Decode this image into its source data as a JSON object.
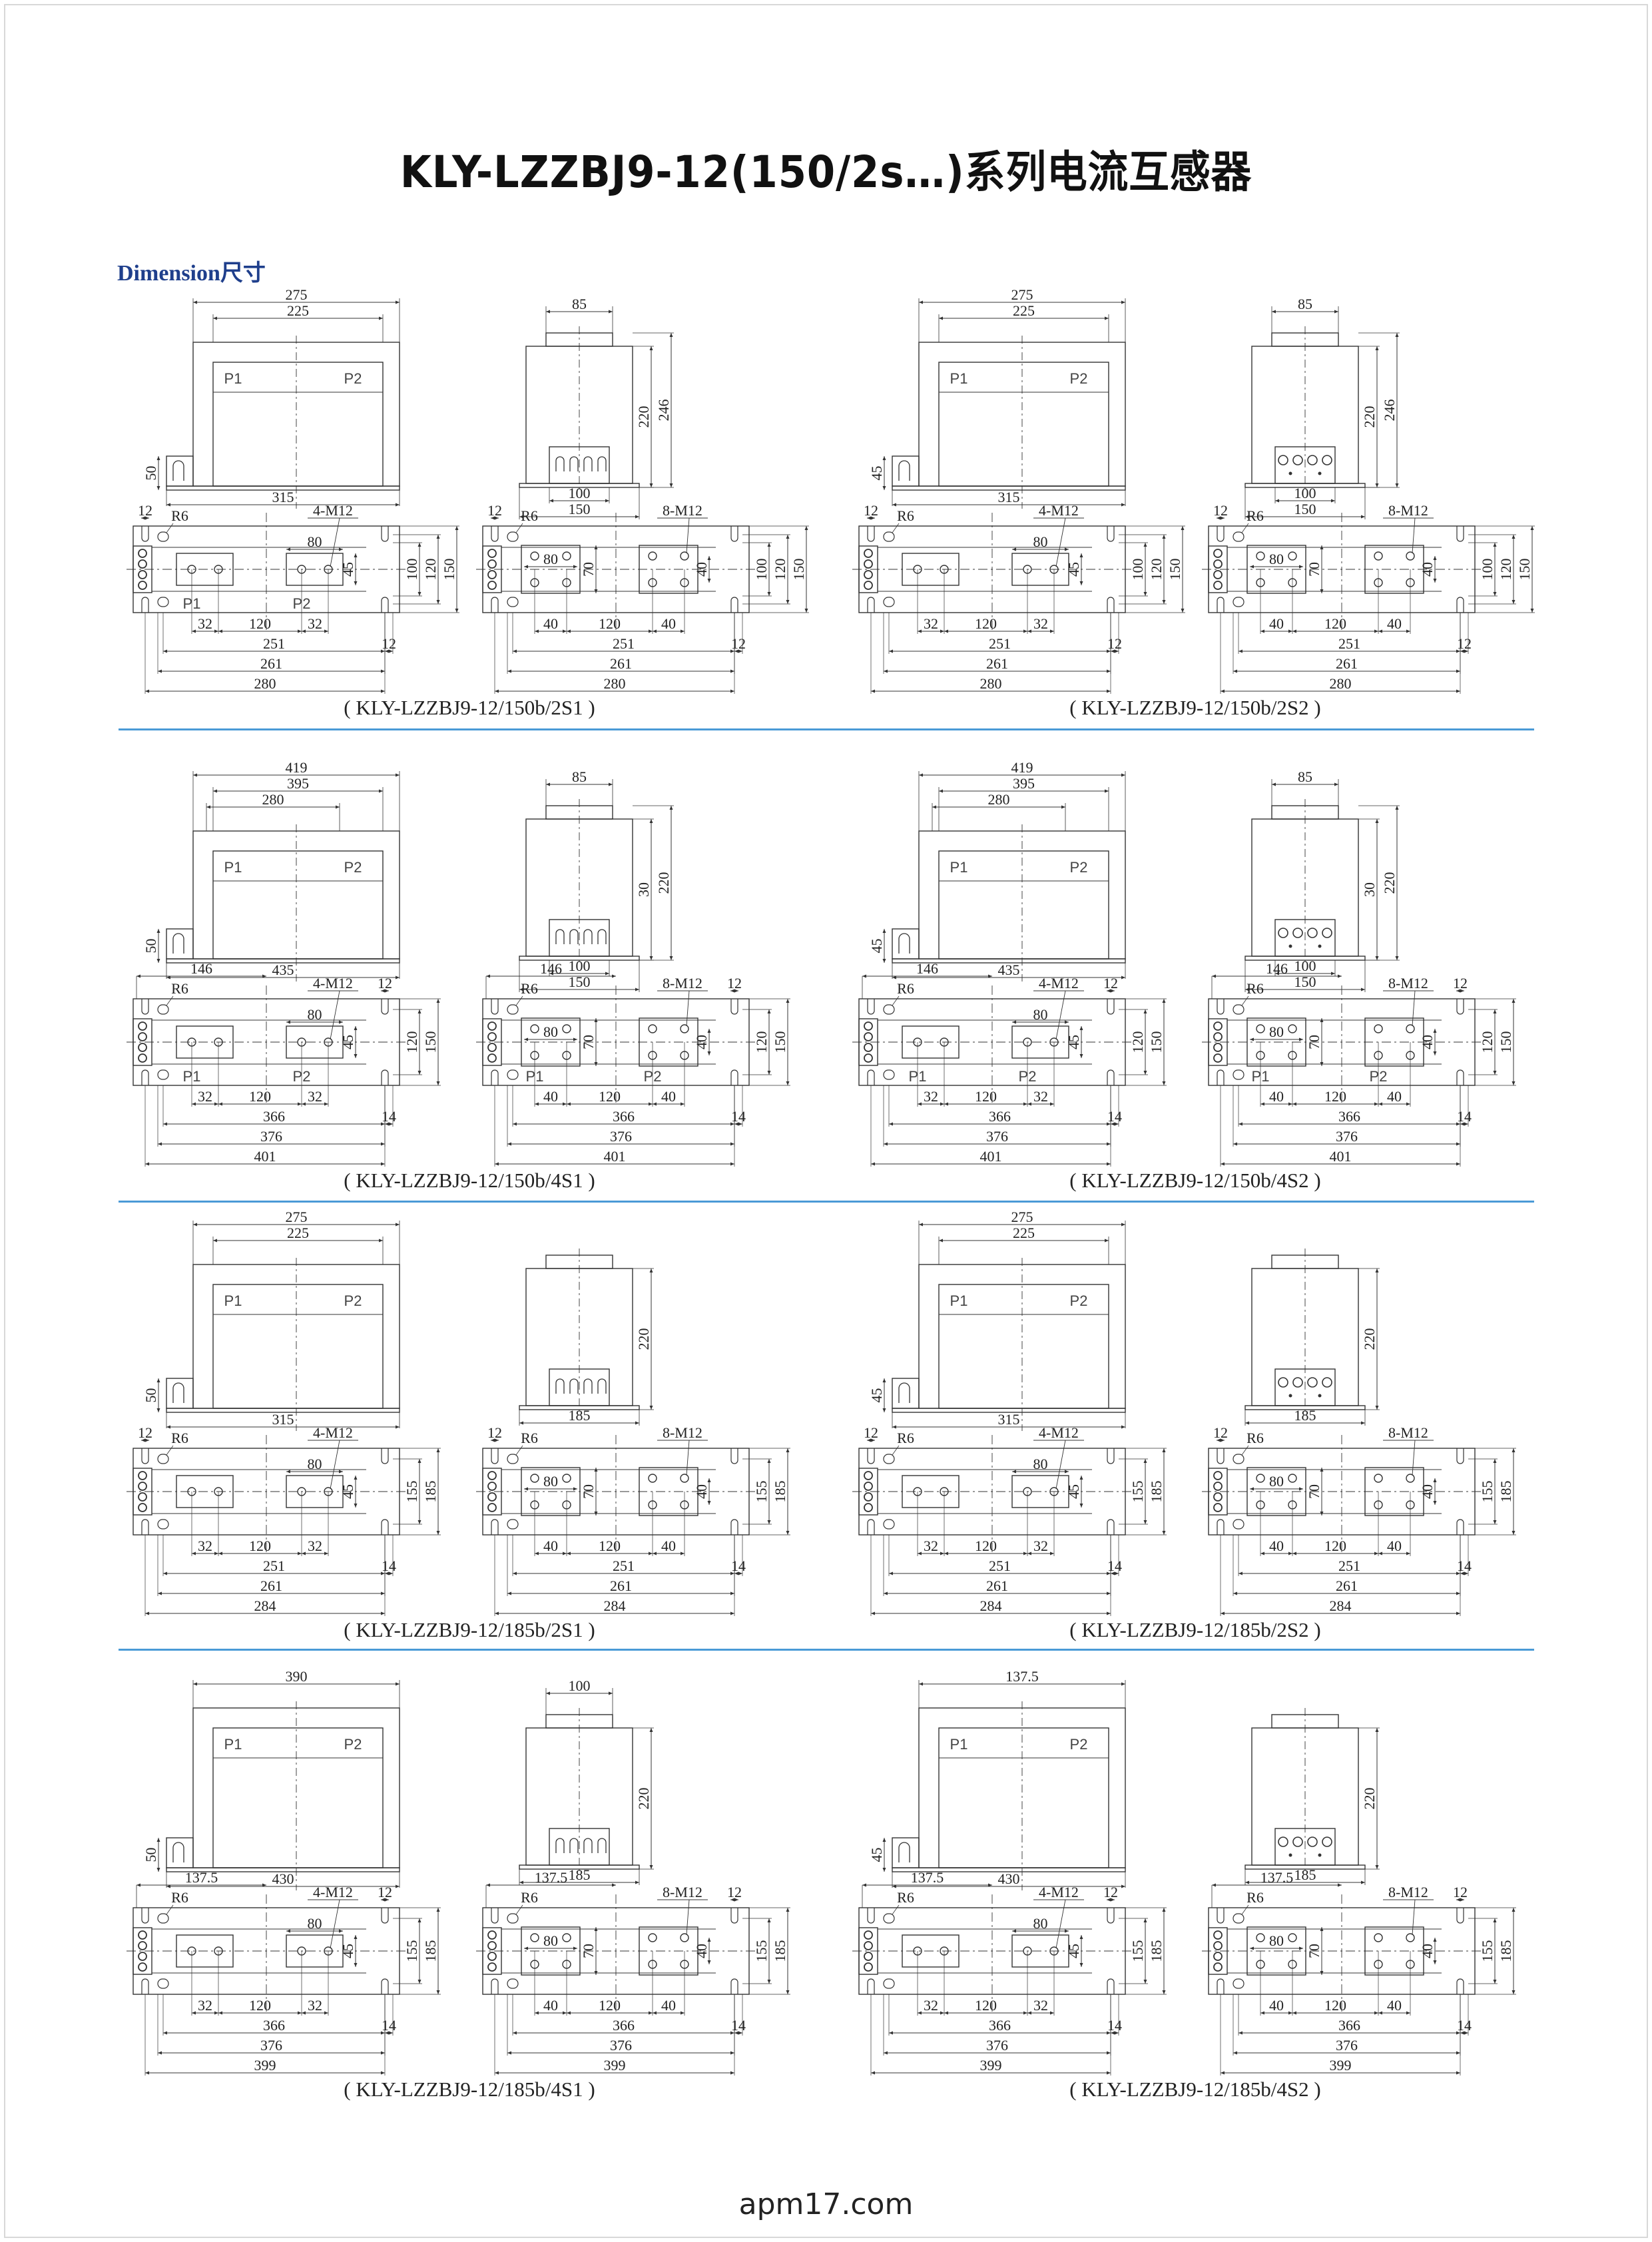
{
  "title": "KLY-LZZBJ9-12(150/2s…)系列电流互感器",
  "section_label": "Dimension尺寸",
  "footer": "apm17.com",
  "colors": {
    "separator": "#4a9ad6",
    "section": "#1f3f8c",
    "line": "#333333"
  },
  "panels": [
    {
      "caption": "( KLY-LZZBJ9-12/150b/2S1 )",
      "front": {
        "top": [
          "275",
          "225"
        ],
        "terminals": [
          "P1",
          "P2"
        ],
        "height": "50",
        "bottom": "315"
      },
      "side": {
        "top": "85",
        "right": [
          "220",
          "246"
        ],
        "bottom": [
          "100",
          "150"
        ],
        "terminal": "arches"
      },
      "plan_a": {
        "top": [
          "12",
          "R6"
        ],
        "callout": "4-M12",
        "box": [
          "80",
          "45"
        ],
        "right": [
          "100",
          "120",
          "150"
        ],
        "pitch": [
          "32",
          "120",
          "32"
        ],
        "bottom": [
          "251",
          "261",
          "280"
        ],
        "side": "12",
        "marks": [
          "P1",
          "P2"
        ]
      },
      "plan_b": {
        "top": [
          "12",
          "R6"
        ],
        "callout": "8-M12",
        "box": [
          "80",
          "70",
          "40"
        ],
        "right": [
          "100",
          "120",
          "150"
        ],
        "pitch": [
          "40",
          "120",
          "40"
        ],
        "bottom": [
          "251",
          "261",
          "280"
        ],
        "side": "12"
      }
    },
    {
      "caption": "( KLY-LZZBJ9-12/150b/2S2 )",
      "front": {
        "top": [
          "275",
          "225"
        ],
        "terminals": [
          "P1",
          "P2"
        ],
        "height": "45",
        "bottom": "315"
      },
      "side": {
        "top": "85",
        "right": [
          "220",
          "246"
        ],
        "bottom": [
          "100",
          "150"
        ],
        "terminal": "holes"
      },
      "plan_a": {
        "top": [
          "12",
          "R6"
        ],
        "callout": "4-M12",
        "box": [
          "80",
          "45"
        ],
        "right": [
          "100",
          "120",
          "150"
        ],
        "pitch": [
          "32",
          "120",
          "32"
        ],
        "bottom": [
          "251",
          "261",
          "280"
        ],
        "side": "12"
      },
      "plan_b": {
        "top": [
          "12",
          "R6"
        ],
        "callout": "8-M12",
        "box": [
          "80",
          "70",
          "40"
        ],
        "right": [
          "100",
          "120",
          "150"
        ],
        "pitch": [
          "40",
          "120",
          "40"
        ],
        "bottom": [
          "251",
          "261",
          "280"
        ],
        "side": "12"
      }
    },
    {
      "caption": "( KLY-LZZBJ9-12/150b/4S1 )",
      "front": {
        "top": [
          "419",
          "395",
          "280"
        ],
        "terminals": [
          "P1",
          "P2"
        ],
        "height": "50",
        "bottom": "435"
      },
      "side": {
        "top": "85",
        "right": [
          "30",
          "220"
        ],
        "bottom": [
          "100",
          "150"
        ],
        "terminal": "arches"
      },
      "plan_a": {
        "top": [
          "146",
          "R6",
          "12"
        ],
        "callout": "4-M12",
        "box": [
          "80",
          "45"
        ],
        "right": [
          "120",
          "150"
        ],
        "pitch": [
          "32",
          "120",
          "32"
        ],
        "bottom": [
          "366",
          "376",
          "401"
        ],
        "side": "14",
        "marks": [
          "P1",
          "P2"
        ]
      },
      "plan_b": {
        "top": [
          "146",
          "R6",
          "12"
        ],
        "callout": "8-M12",
        "box": [
          "80",
          "70",
          "40"
        ],
        "right": [
          "120",
          "150"
        ],
        "pitch": [
          "40",
          "120",
          "40"
        ],
        "bottom": [
          "366",
          "376",
          "401"
        ],
        "side": "14",
        "marks": [
          "P1",
          "P2"
        ]
      }
    },
    {
      "caption": "( KLY-LZZBJ9-12/150b/4S2 )",
      "front": {
        "top": [
          "419",
          "395",
          "280"
        ],
        "terminals": [
          "P1",
          "P2"
        ],
        "height": "45",
        "bottom": "435"
      },
      "side": {
        "top": "85",
        "right": [
          "30",
          "220"
        ],
        "bottom": [
          "100",
          "150"
        ],
        "terminal": "holes"
      },
      "plan_a": {
        "top": [
          "146",
          "R6",
          "12"
        ],
        "callout": "4-M12",
        "box": [
          "80",
          "45"
        ],
        "right": [
          "120",
          "150"
        ],
        "pitch": [
          "32",
          "120",
          "32"
        ],
        "bottom": [
          "366",
          "376",
          "401"
        ],
        "side": "14",
        "marks": [
          "P1",
          "P2"
        ]
      },
      "plan_b": {
        "top": [
          "146",
          "R6",
          "12"
        ],
        "callout": "8-M12",
        "box": [
          "80",
          "70",
          "40"
        ],
        "right": [
          "120",
          "150"
        ],
        "pitch": [
          "40",
          "120",
          "40"
        ],
        "bottom": [
          "366",
          "376",
          "401"
        ],
        "side": "14",
        "marks": [
          "P1",
          "P2"
        ]
      }
    },
    {
      "caption": "( KLY-LZZBJ9-12/185b/2S1 )",
      "front": {
        "top": [
          "275",
          "225"
        ],
        "terminals": [
          "P1",
          "P2"
        ],
        "height": "50",
        "bottom": "315"
      },
      "side": {
        "right": [
          "220"
        ],
        "bottom": [
          "185"
        ],
        "terminal": "arches"
      },
      "plan_a": {
        "top": [
          "12",
          "R6"
        ],
        "callout": "4-M12",
        "box": [
          "80",
          "45"
        ],
        "right": [
          "155",
          "185"
        ],
        "pitch": [
          "32",
          "120",
          "32"
        ],
        "bottom": [
          "251",
          "261",
          "284"
        ],
        "side": "14"
      },
      "plan_b": {
        "top": [
          "12",
          "R6"
        ],
        "callout": "8-M12",
        "box": [
          "80",
          "70",
          "40"
        ],
        "right": [
          "155",
          "185"
        ],
        "pitch": [
          "40",
          "120",
          "40"
        ],
        "bottom": [
          "251",
          "261",
          "284"
        ],
        "side": "14"
      }
    },
    {
      "caption": "( KLY-LZZBJ9-12/185b/2S2 )",
      "front": {
        "top": [
          "275",
          "225"
        ],
        "terminals": [
          "P1",
          "P2"
        ],
        "height": "45",
        "bottom": "315"
      },
      "side": {
        "right": [
          "220"
        ],
        "bottom": [
          "185"
        ],
        "terminal": "holes"
      },
      "plan_a": {
        "top": [
          "12",
          "R6"
        ],
        "callout": "4-M12",
        "box": [
          "80",
          "45"
        ],
        "right": [
          "155",
          "185"
        ],
        "pitch": [
          "32",
          "120",
          "32"
        ],
        "bottom": [
          "251",
          "261",
          "284"
        ],
        "side": "14"
      },
      "plan_b": {
        "top": [
          "12",
          "R6"
        ],
        "callout": "8-M12",
        "box": [
          "80",
          "70",
          "40"
        ],
        "right": [
          "155",
          "185"
        ],
        "pitch": [
          "40",
          "120",
          "40"
        ],
        "bottom": [
          "251",
          "261",
          "284"
        ],
        "side": "14"
      }
    },
    {
      "caption": "( KLY-LZZBJ9-12/185b/4S1 )",
      "front": {
        "top": [
          "390"
        ],
        "terminals": [
          "P1",
          "P2"
        ],
        "height": "50",
        "bottom": "430"
      },
      "side": {
        "top": "100",
        "right": [
          "220"
        ],
        "bottom": [
          "185"
        ],
        "terminal": "arches"
      },
      "plan_a": {
        "top": [
          "137.5",
          "R6",
          "12"
        ],
        "callout": "4-M12",
        "box": [
          "80",
          "45"
        ],
        "right": [
          "155",
          "185"
        ],
        "pitch": [
          "32",
          "120",
          "32"
        ],
        "bottom": [
          "366",
          "376",
          "399"
        ],
        "side": "14"
      },
      "plan_b": {
        "top": [
          "137.5",
          "R6",
          "12"
        ],
        "callout": "8-M12",
        "box": [
          "80",
          "70",
          "40"
        ],
        "right": [
          "155",
          "185"
        ],
        "pitch": [
          "40",
          "120",
          "40"
        ],
        "bottom": [
          "366",
          "376",
          "399"
        ],
        "side": "14"
      }
    },
    {
      "caption": "( KLY-LZZBJ9-12/185b/4S2 )",
      "front": {
        "top": [
          "137.5"
        ],
        "terminals": [
          "P1",
          "P2"
        ],
        "height": "45",
        "bottom": "430"
      },
      "side": {
        "right": [
          "220"
        ],
        "bottom": [
          "185"
        ],
        "terminal": "holes"
      },
      "plan_a": {
        "top": [
          "137.5",
          "R6",
          "12"
        ],
        "callout": "4-M12",
        "box": [
          "80",
          "45"
        ],
        "right": [
          "155",
          "185"
        ],
        "pitch": [
          "32",
          "120",
          "32"
        ],
        "bottom": [
          "366",
          "376",
          "399"
        ],
        "side": "14"
      },
      "plan_b": {
        "top": [
          "137.5",
          "R6",
          "12"
        ],
        "callout": "8-M12",
        "box": [
          "80",
          "70",
          "40"
        ],
        "right": [
          "155",
          "185"
        ],
        "pitch": [
          "40",
          "120",
          "40"
        ],
        "bottom": [
          "366",
          "376",
          "399"
        ],
        "side": "14"
      }
    }
  ]
}
